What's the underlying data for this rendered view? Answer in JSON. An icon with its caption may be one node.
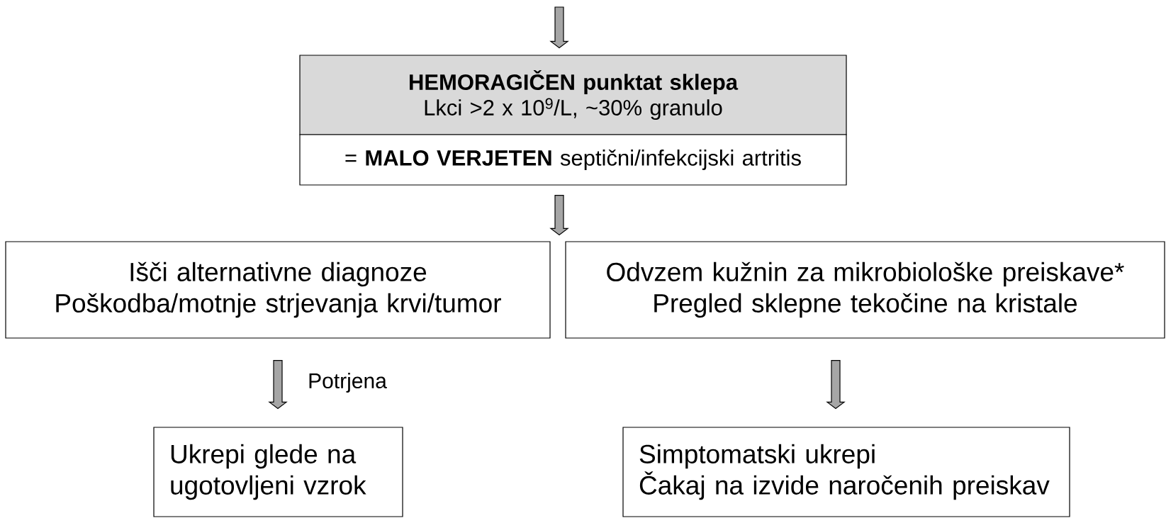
{
  "diagram": {
    "nodes": [
      {
        "text": [
          "HEMORAGIČEN punktat sklepa",
          "Lkci >2 x 10$^{9}$/L, ~30% granulo"
        ]
      },
      {
        "text": [
          "= **MALO VERJETEN** septični/infekcijski artritis"
        ]
      },
      {
        "text": [
          "Išči alternativne diagnoze",
          "Poškodba/motnje strjevanja krvi/tumor"
        ]
      },
      {
        "text": [
          "Odvzem kužnin za mikrobiološke preiskave*",
          "Pregled sklepne tekočine na kristale"
        ]
      },
      {
        "text": [
          "Ukrepi glede na ugotovljeni vzrok"
        ]
      },
      {
        "text": [
          "Simptomatski ukrepi",
          "Čakaj na izvide naročenih preiskav"
        ]
      }
    ],
    "edges": [
      {
        "from": null,
        "to": 0,
        "arrow": "to"
      },
      {
        "from": 1,
        "to": 2,
        "arrow": "to"
      },
      {
        "from": 1,
        "to": 3,
        "arrow": "to"
      },
      {
        "from": 2,
        "to": 4,
        "arrow": "to",
        "label": "Potrjena"
      },
      {
        "from": 3,
        "to": 5,
        "arrow": "to"
      }
    ]
  }
}
